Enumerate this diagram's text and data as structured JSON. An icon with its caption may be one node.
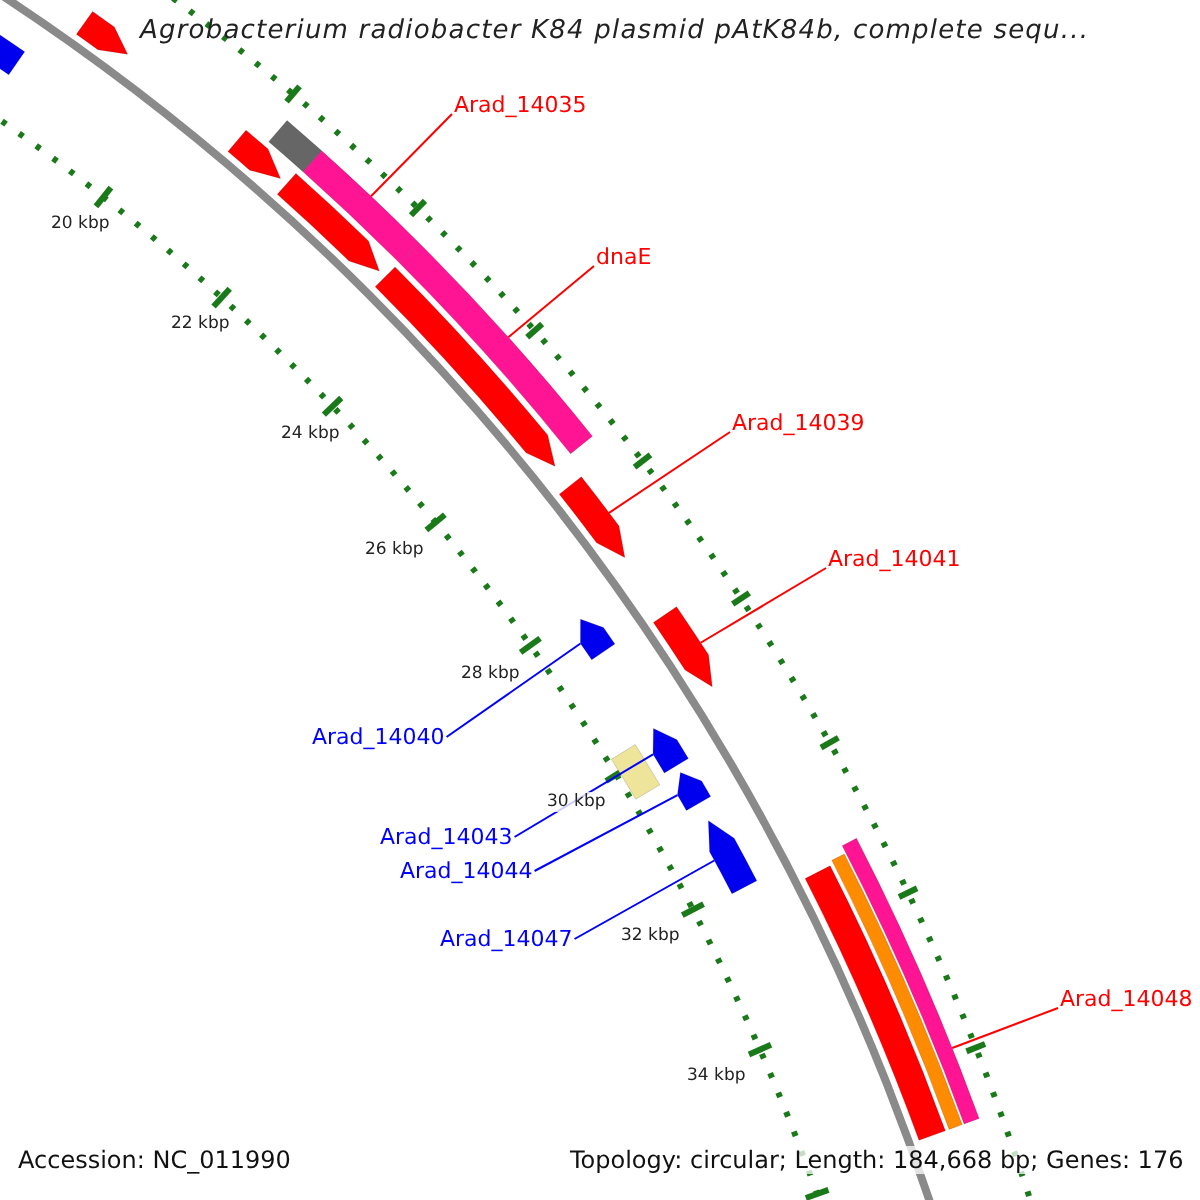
{
  "diagram": {
    "title": "Agrobacterium radiobacter K84 plasmid pAtK84b, complete sequ...",
    "nodes": [
      {
        "text": [
          "Arad_14035"
        ]
      },
      {
        "text": [],
        "shape": "bar"
      },
      {
        "text": [
          "dnaE"
        ]
      },
      {
        "text": [],
        "shape": "bar"
      },
      {
        "text": [
          "Arad_14039"
        ]
      },
      {
        "text": [],
        "shape": "bar"
      },
      {
        "text": [
          "Arad_14041"
        ]
      },
      {
        "text": [],
        "shape": "bar"
      },
      {
        "text": [
          "Arad_14040"
        ]
      },
      {
        "text": [],
        "shape": "bar"
      },
      {
        "text": [
          "Arad_14043"
        ]
      },
      {
        "text": [],
        "shape": "bar"
      },
      {
        "text": [
          "Arad_14044"
        ]
      },
      {
        "text": [],
        "shape": "bar"
      },
      {
        "text": [
          "Arad_14047"
        ]
      },
      {
        "text": [],
        "shape": "bar"
      },
      {
        "text": [
          "Arad_14048"
        ]
      },
      {
        "text": [],
        "shape": "bar"
      }
    ],
    "edges": [
      {
        "from": 0,
        "to": 1,
        "arrow": "none"
      },
      {
        "from": 2,
        "to": 3,
        "arrow": "none"
      },
      {
        "from": 4,
        "to": 5,
        "arrow": "none"
      },
      {
        "from": 6,
        "to": 7,
        "arrow": "none"
      },
      {
        "from": 8,
        "to": 9,
        "arrow": "none",
        "color": "#0000ff"
      },
      {
        "from": 10,
        "to": 11,
        "arrow": "none",
        "color": "#0000ff"
      },
      {
        "from": 12,
        "to": 13,
        "arrow": "none",
        "color": "#0000ff"
      },
      {
        "from": 14,
        "to": 15,
        "arrow": "none",
        "color": "#0000ff"
      },
      {
        "from": 16,
        "to": 17,
        "arrow": "none"
      }
    ],
    "labels": [
      "20 kbp",
      "22 kbp",
      "24 kbp",
      "26 kbp",
      "28 kbp",
      "30 kbp",
      "32 kbp",
      "34 kbp",
      "Accession: NC_011990",
      "Topology: circular; Length: 184,668 bp; Genes: 176"
    ]
  }
}
